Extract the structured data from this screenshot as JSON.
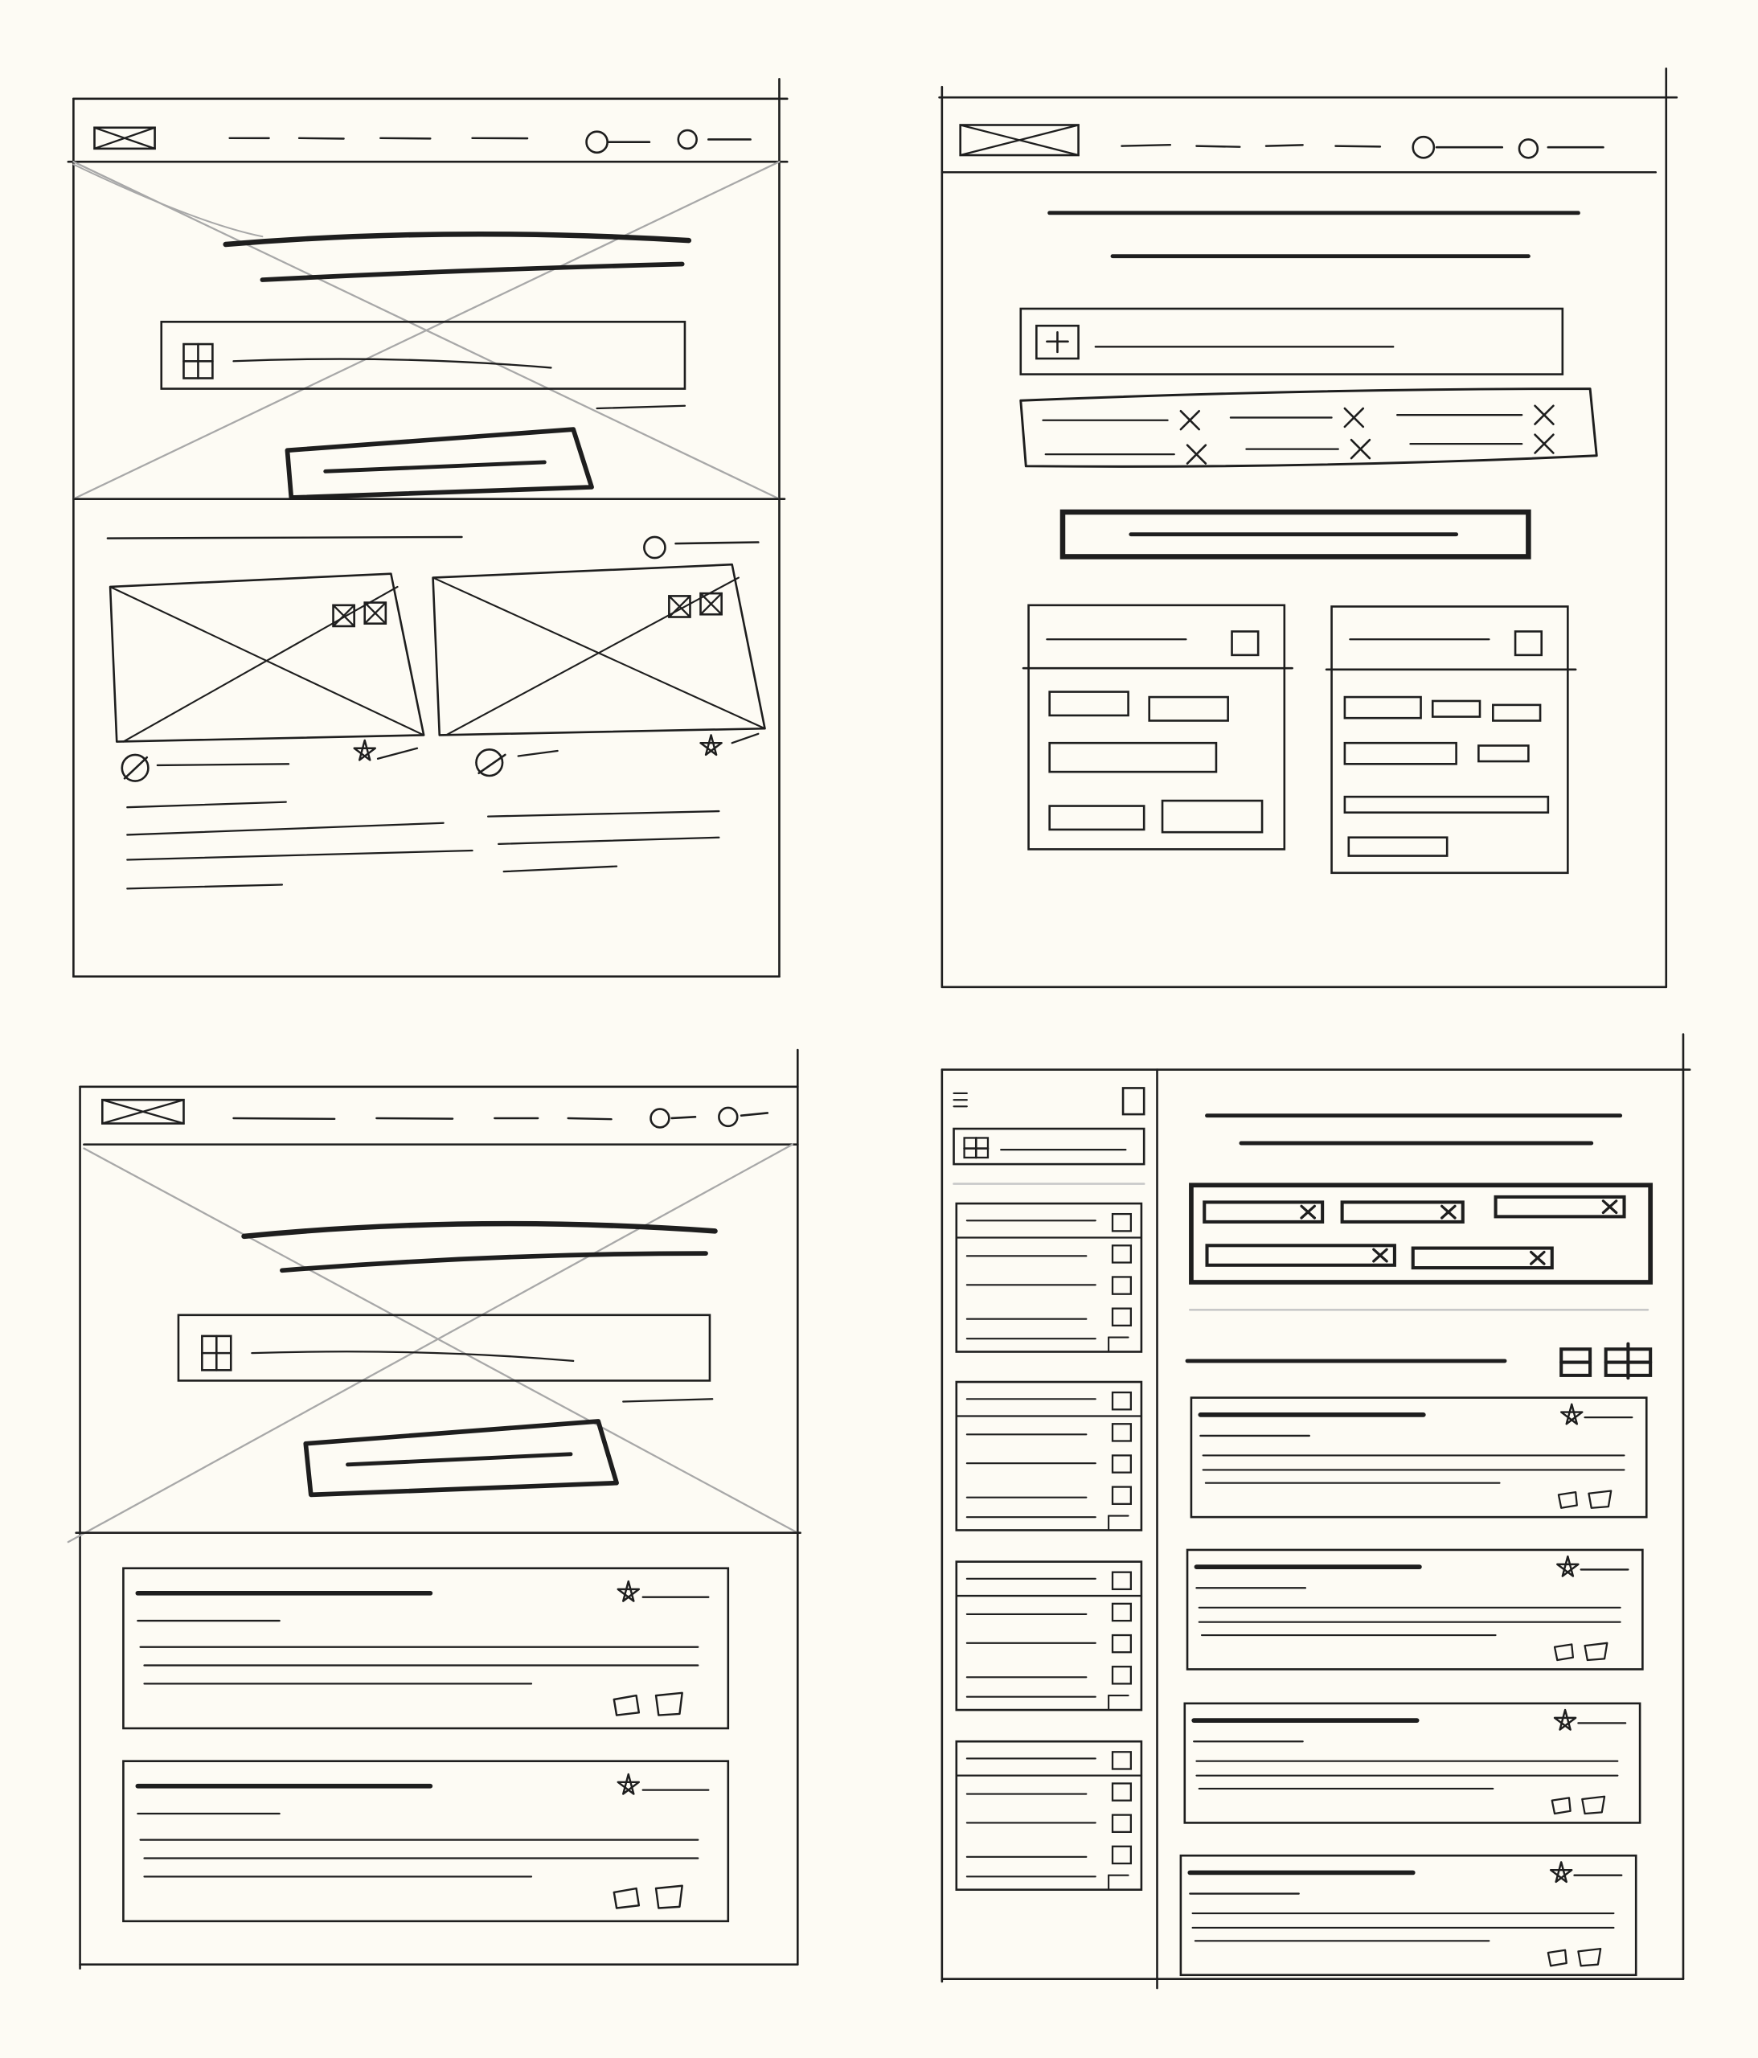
{
  "colors": {
    "background": "#fdfbf4",
    "ink": "#1e1e1e",
    "placeholder_gray": "#a8a8a8",
    "divider_gray": "#c8c8c8"
  },
  "wireframes": [
    {
      "id": "landing-hero-gallery",
      "icons": [
        "logo-placeholder-icon",
        "user-icon",
        "search-icon",
        "image-placeholder-icon",
        "star-icon",
        "avatar-icon"
      ]
    },
    {
      "id": "search-filters-results",
      "icons": [
        "logo-placeholder-icon",
        "user-icon",
        "add-icon",
        "close-icon",
        "checkbox-icon"
      ]
    },
    {
      "id": "landing-hero-list",
      "icons": [
        "logo-placeholder-icon",
        "user-icon",
        "search-icon",
        "star-icon",
        "share-icon"
      ]
    },
    {
      "id": "sidebar-dashboard",
      "icons": [
        "menu-icon",
        "square-icon",
        "search-icon",
        "close-icon",
        "list-view-icon",
        "grid-view-icon",
        "star-icon",
        "share-icon"
      ]
    }
  ]
}
